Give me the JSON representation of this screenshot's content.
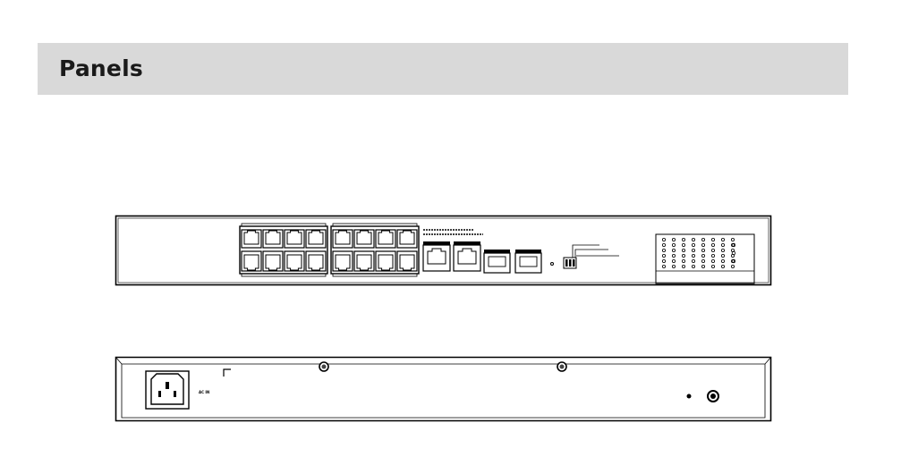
{
  "header": {
    "title": "Panels"
  },
  "front_panel": {
    "rj45_ports": 16,
    "console_ports": 2,
    "sfp_ports": 2,
    "led_columns": 8
  },
  "rear_panel": {
    "power_label": "AC IN",
    "screws": 2
  }
}
